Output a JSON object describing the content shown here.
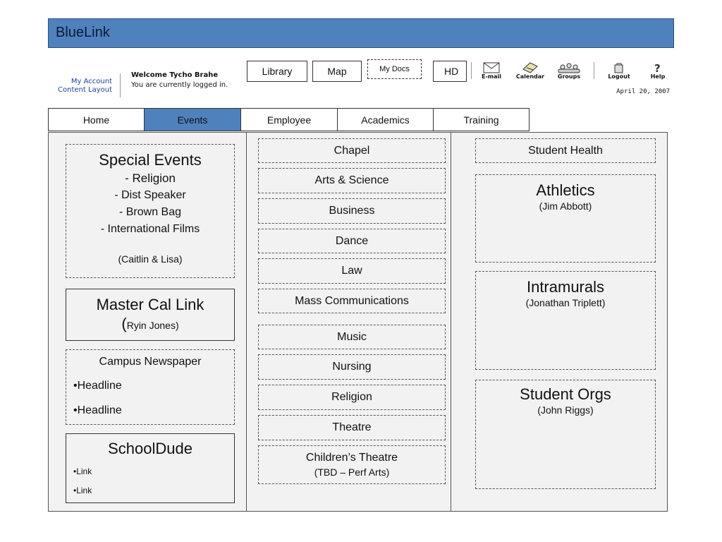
{
  "app": {
    "title": "BlueLink"
  },
  "account": {
    "my_account": "My Account",
    "content_layout": "Content Layout"
  },
  "welcome": {
    "greeting": "Welcome Tycho Brahe",
    "status": "You are currently logged in."
  },
  "quick_buttons": {
    "library": "Library",
    "map": "Map",
    "my_docs": "My Docs",
    "hd": "HD"
  },
  "tools": [
    {
      "label": "E-mail",
      "icon": "envelope-icon"
    },
    {
      "label": "Calendar",
      "icon": "calendar-icon"
    },
    {
      "label": "Groups",
      "icon": "groups-icon"
    },
    {
      "label": "Logout",
      "icon": "logout-icon"
    },
    {
      "label": "Help",
      "icon": "help-icon"
    }
  ],
  "date": "April 20, 2007",
  "tabs": [
    {
      "label": "Home",
      "active": false
    },
    {
      "label": "Events",
      "active": true
    },
    {
      "label": "Employee",
      "active": false
    },
    {
      "label": "Academics",
      "active": false
    },
    {
      "label": "Training",
      "active": false
    }
  ],
  "left": {
    "special_events": {
      "title": "Special Events",
      "items": [
        "- Religion",
        "- Dist Speaker",
        "- Brown Bag",
        "- International Films"
      ],
      "owner": "(Caitlin & Lisa)"
    },
    "master_cal": {
      "title": "Master Cal Link",
      "owner_paren": "(",
      "owner": "Ryin Jones)"
    },
    "newspaper": {
      "title": "Campus Newspaper",
      "headlines": [
        "•Headline",
        "•Headline"
      ]
    },
    "schooldude": {
      "title": "SchoolDude",
      "links": [
        "•Link",
        "•Link"
      ]
    }
  },
  "middle": {
    "items": [
      "Chapel",
      "Arts & Science",
      "Business",
      "Dance",
      "Law",
      "Mass Communications",
      "Music",
      "Nursing",
      "Religion",
      "Theatre"
    ],
    "childrens_theatre": {
      "title": "Children’s Theatre",
      "sub": "(TBD – Perf Arts)"
    }
  },
  "right": {
    "student_health": "Student Health",
    "athletics": {
      "title": "Athletics",
      "owner": "(Jim Abbott)"
    },
    "intramurals": {
      "title": "Intramurals",
      "owner": "(Jonathan Triplett)"
    },
    "student_orgs": {
      "title": "Student Orgs",
      "owner": "(John Riggs)"
    }
  },
  "colors": {
    "accent": "#4f81bd",
    "panel": "#f2f2f2",
    "link": "#1f3fa0"
  }
}
